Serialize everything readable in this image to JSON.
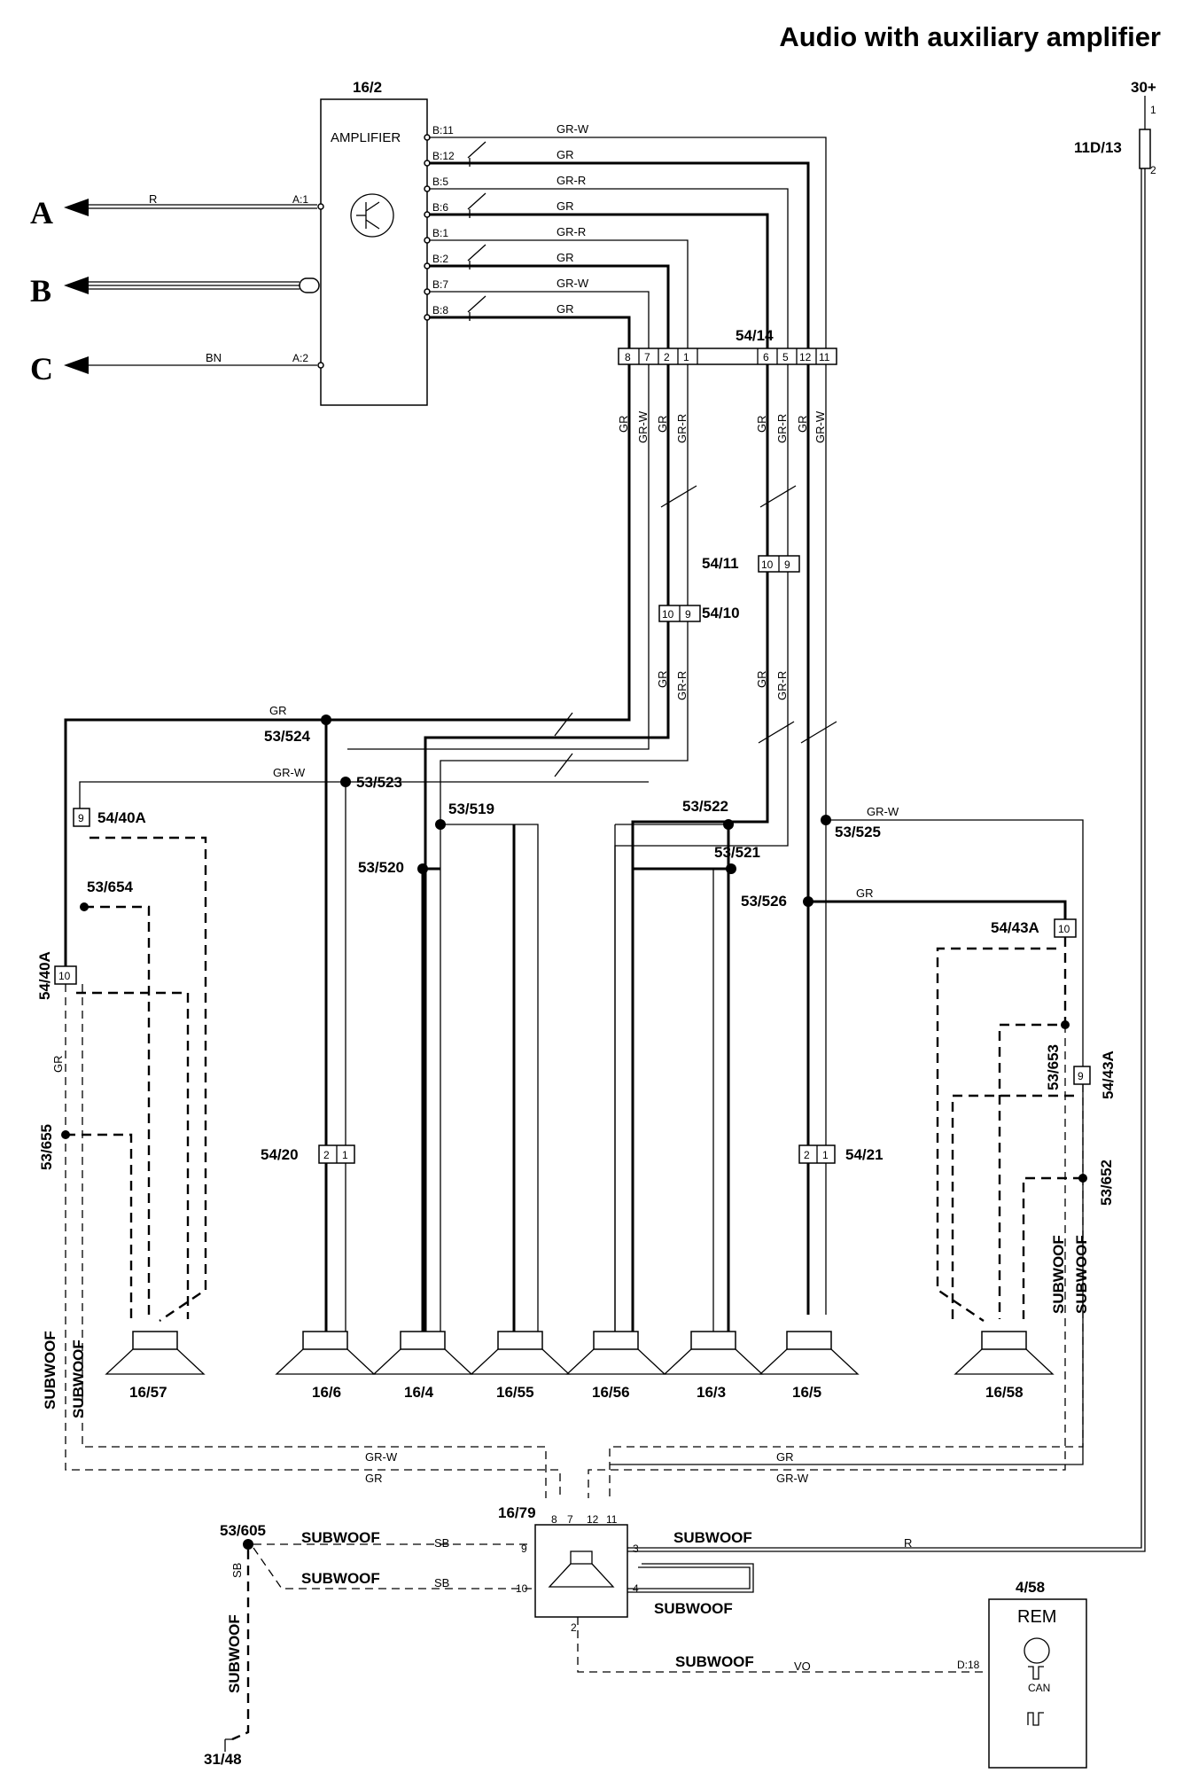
{
  "title": "Audio with auxiliary amplifier",
  "labels": {
    "amp_id": "16/2",
    "amp_name": "AMPLIFIER",
    "conn_a": "A",
    "conn_b": "B",
    "conn_c": "C",
    "pin_a1": "A:1",
    "pin_a2": "A:2",
    "pins_b": [
      "B:11",
      "B:12",
      "B:5",
      "B:6",
      "B:1",
      "B:2",
      "B:7",
      "B:8"
    ],
    "wires_b": [
      "GR-W",
      "GR",
      "GR-R",
      "GR",
      "GR-R",
      "GR",
      "GR-W",
      "GR"
    ],
    "wire_r": "R",
    "wire_bn": "BN",
    "c5414": "54/14",
    "c5414_pins": [
      "8",
      "7",
      "2",
      "1",
      "6",
      "5",
      "12",
      "11"
    ],
    "c5411": "54/11",
    "c5411_pins": [
      "10",
      "9"
    ],
    "c5410": "54/10",
    "c5410_pins": [
      "10",
      "9"
    ],
    "p30": "30+",
    "fuse": "11D/13",
    "fuse_p1": "1",
    "fuse_p2": "2",
    "j524": "53/524",
    "j523": "53/523",
    "j519": "53/519",
    "j520": "53/520",
    "j522": "53/522",
    "j521": "53/521",
    "j525": "53/525",
    "j526": "53/526",
    "j654": "53/654",
    "j655": "53/655",
    "j653": "53/653",
    "j652": "53/652",
    "j605": "53/605",
    "c5440a": "54/40A",
    "c5443a": "54/43A",
    "c10": "10",
    "c9": "9",
    "c5420": "54/20",
    "c5421": "54/21",
    "c2": "2",
    "c1": "1",
    "gr": "GR",
    "grw": "GR-W",
    "grr": "GR-R",
    "sb": "SB",
    "vo": "VO",
    "subwoof": "SUBWOOF",
    "spk": [
      "16/57",
      "16/6",
      "16/4",
      "16/55",
      "16/56",
      "16/3",
      "16/5",
      "16/58"
    ],
    "sp2": "2",
    "sp1": "1",
    "sub_id": "16/79",
    "sub_pins": [
      "8",
      "7",
      "12",
      "11",
      "9",
      "10",
      "3",
      "4",
      "2"
    ],
    "rem_id": "4/58",
    "rem_name": "REM",
    "rem_pin": "D:18",
    "can": "CAN",
    "gnd": "31/48"
  },
  "icons": [
    "amplifier-transistor-icon",
    "speaker-icon",
    "subwoofer-icon",
    "rem-module-icon",
    "ground-icon",
    "fuse-icon",
    "splice-dot-icon"
  ]
}
